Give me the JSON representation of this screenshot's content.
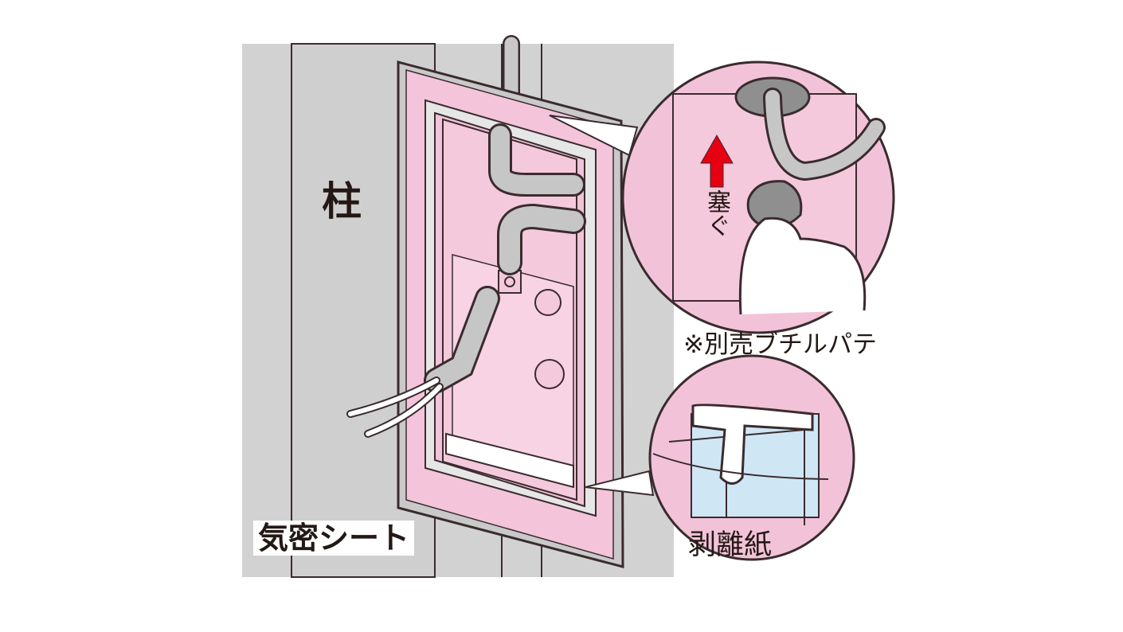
{
  "labels": {
    "pillar": "柱",
    "airtight_sheet": "気密シート",
    "plug": "塞ぐ",
    "putty_note": "※別売ブチルパテ",
    "release_paper": "剥離紙"
  },
  "colors": {
    "sheet_pink": "#f3c4da",
    "box_pink": "#f2c3d8",
    "wall_gray": "#cfcfcf",
    "outline": "#3a2b2e",
    "arrow_red": "#e60012",
    "cable_gray": "#bdbdbd",
    "light_blue": "#cfe6f5"
  },
  "icons": [
    "up-arrow-icon",
    "pointing-finger-icon"
  ]
}
